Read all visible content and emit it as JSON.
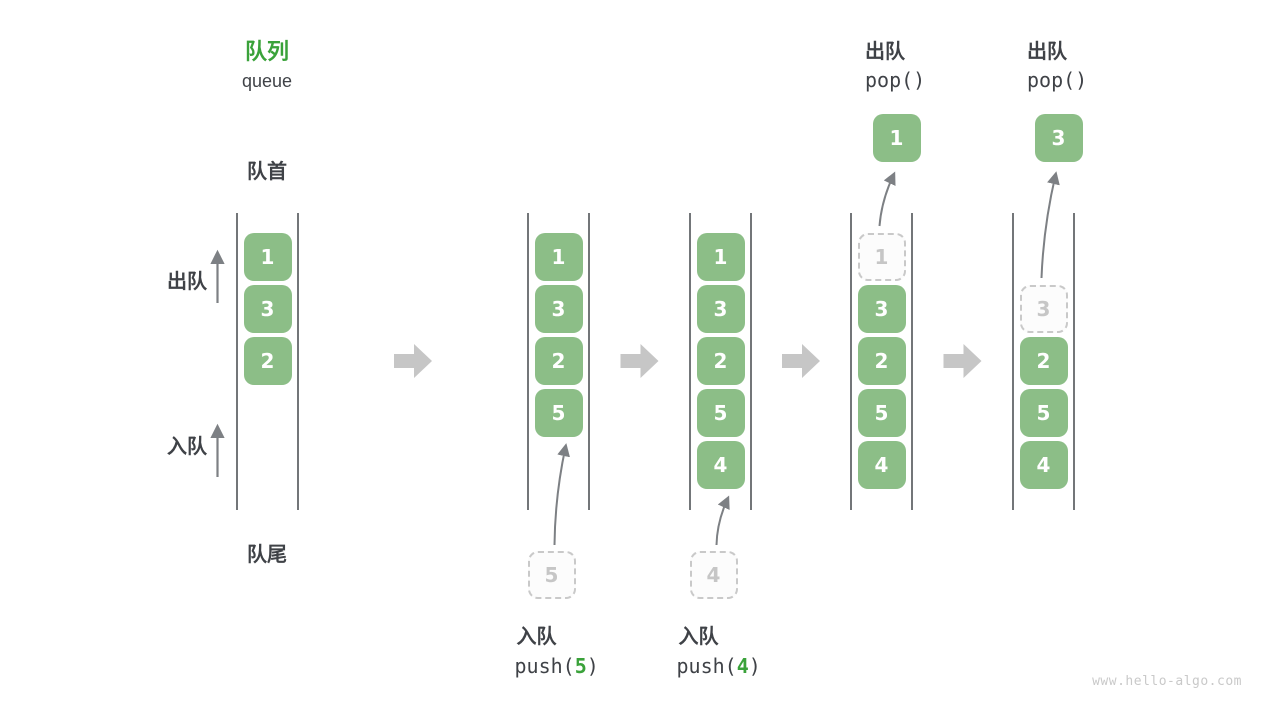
{
  "title": {
    "heading": "队列",
    "subheading": "queue"
  },
  "side_labels": {
    "front": "队首",
    "rear": "队尾",
    "dequeue": "出队",
    "enqueue": "入队"
  },
  "watermark": "www.hello-algo.com",
  "colors": {
    "box_green": "#8cbe87",
    "accent_green": "#3aa23a",
    "text_dark": "#3f4247",
    "wall_line": "#45484d",
    "thin_arrow": "#7d8084",
    "big_arrow": "#c6c6c6",
    "ghost_border": "#c9c9c9",
    "ghost_text": "#c6c6c6",
    "watermark_gray": "#c9c9c9"
  },
  "stages": [
    {
      "cells": [
        {
          "slot": 0,
          "value": "1",
          "state": "filled"
        },
        {
          "slot": 1,
          "value": "3",
          "state": "filled"
        },
        {
          "slot": 2,
          "value": "2",
          "state": "filled"
        }
      ]
    },
    {
      "cells": [
        {
          "slot": 0,
          "value": "1",
          "state": "filled"
        },
        {
          "slot": 1,
          "value": "3",
          "state": "filled"
        },
        {
          "slot": 2,
          "value": "2",
          "state": "filled"
        },
        {
          "slot": 3,
          "value": "5",
          "state": "filled"
        }
      ],
      "staging": {
        "value": "5"
      },
      "push_label": {
        "zh": "入队",
        "code_open": "push(",
        "arg": "5",
        "code_close": ")"
      }
    },
    {
      "cells": [
        {
          "slot": 0,
          "value": "1",
          "state": "filled"
        },
        {
          "slot": 1,
          "value": "3",
          "state": "filled"
        },
        {
          "slot": 2,
          "value": "2",
          "state": "filled"
        },
        {
          "slot": 3,
          "value": "5",
          "state": "filled"
        },
        {
          "slot": 4,
          "value": "4",
          "state": "filled"
        }
      ],
      "staging": {
        "value": "4"
      },
      "push_label": {
        "zh": "入队",
        "code_open": "push(",
        "arg": "4",
        "code_close": ")"
      }
    },
    {
      "cells": [
        {
          "slot": 0,
          "value": "1",
          "state": "ghost"
        },
        {
          "slot": 1,
          "value": "3",
          "state": "filled"
        },
        {
          "slot": 2,
          "value": "2",
          "state": "filled"
        },
        {
          "slot": 3,
          "value": "5",
          "state": "filled"
        },
        {
          "slot": 4,
          "value": "4",
          "state": "filled"
        }
      ],
      "popped": {
        "value": "1"
      },
      "pop_label": {
        "zh": "出队",
        "code": "pop()"
      }
    },
    {
      "cells": [
        {
          "slot": 1,
          "value": "3",
          "state": "ghost"
        },
        {
          "slot": 2,
          "value": "2",
          "state": "filled"
        },
        {
          "slot": 3,
          "value": "5",
          "state": "filled"
        },
        {
          "slot": 4,
          "value": "4",
          "state": "filled"
        }
      ],
      "popped": {
        "value": "3"
      },
      "pop_label": {
        "zh": "出队",
        "code": "pop()"
      }
    }
  ]
}
